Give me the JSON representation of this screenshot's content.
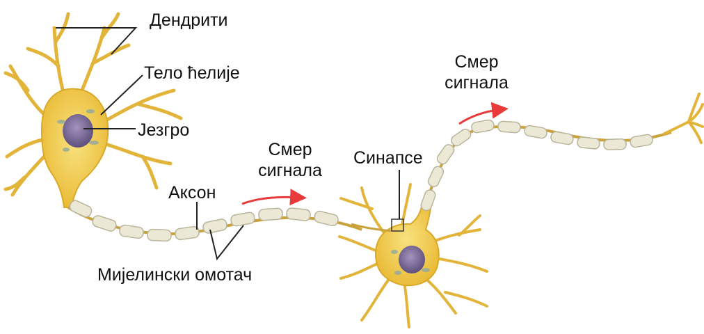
{
  "labels": {
    "dendrites": "Дендрити",
    "cell_body": "Тело ћелије",
    "nucleus": "Језгро",
    "axon": "Аксон",
    "myelin": "Мијелински омотач",
    "synapse": "Синапсе",
    "signal_1": "Смер сигнала",
    "signal_2": "Смер сигнала"
  },
  "colors": {
    "neuron_fill": "#f2cf54",
    "neuron_edge": "#d9a92a",
    "nucleus": "#7a6a93",
    "myelin": "#ece8d6",
    "myelin_edge": "#b9b49a",
    "arrow": "#e83a3a",
    "leader": "#222222"
  }
}
